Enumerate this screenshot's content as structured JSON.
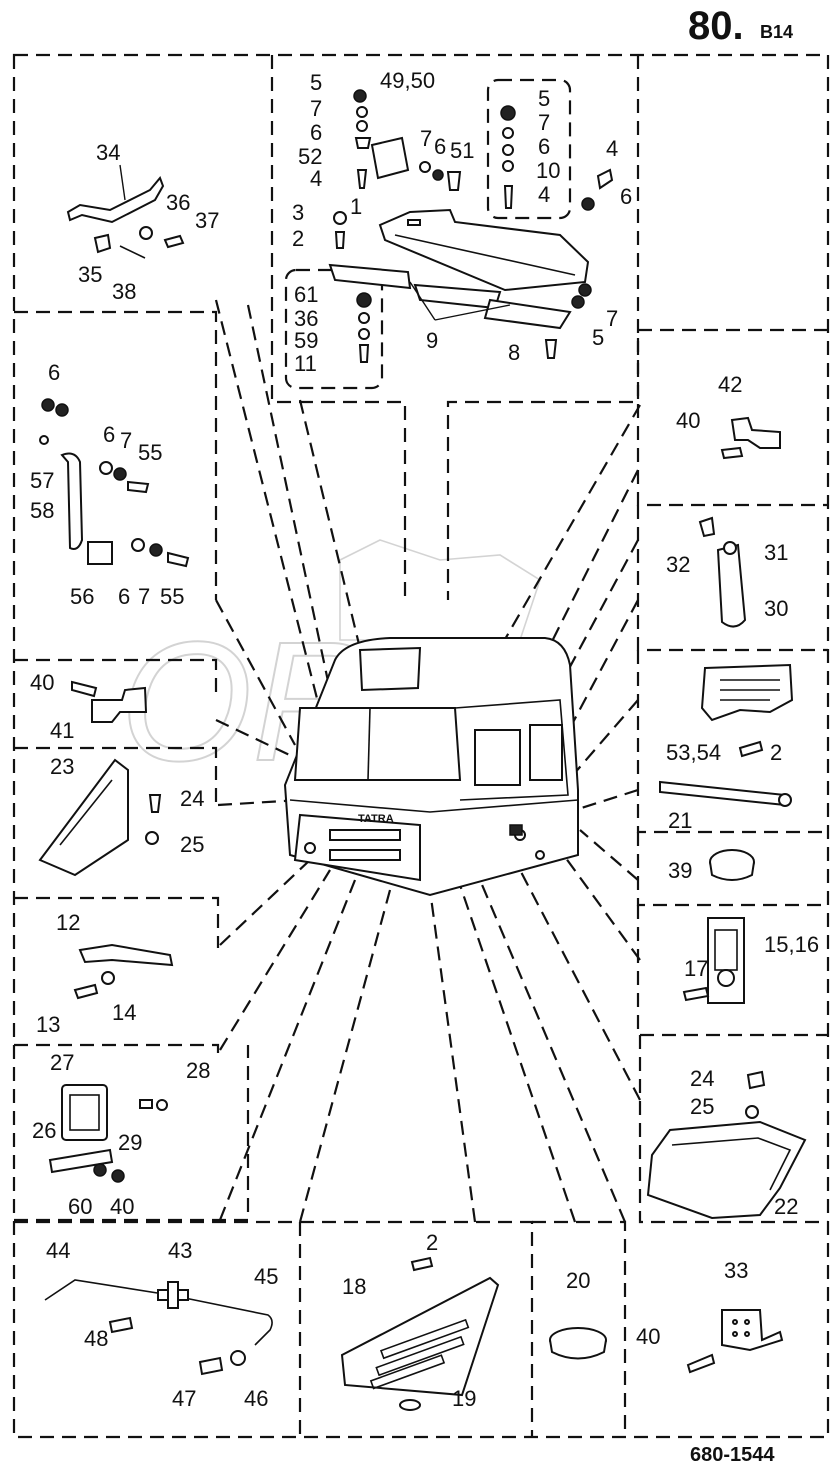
{
  "header": {
    "page_number": "80.",
    "section_code": "B14"
  },
  "footer": {
    "drawing_number": "680-1544"
  },
  "callouts": {
    "n1": "1",
    "n2": "2",
    "n3": "3",
    "n4": "4",
    "n5": "5",
    "n6": "6",
    "n7": "7",
    "n8": "8",
    "n9": "9",
    "n10": "10",
    "n11": "11",
    "n12": "12",
    "n13": "13",
    "n14": "14",
    "n15_16": "15,16",
    "n17": "17",
    "n18": "18",
    "n19": "19",
    "n20": "20",
    "n21": "21",
    "n22": "22",
    "n23": "23",
    "n24": "24",
    "n25": "25",
    "n26": "26",
    "n27": "27",
    "n28": "28",
    "n29": "29",
    "n30": "30",
    "n31": "31",
    "n32": "32",
    "n33": "33",
    "n34": "34",
    "n35": "35",
    "n36": "36",
    "n37": "37",
    "n38": "38",
    "n39": "39",
    "n40": "40",
    "n41": "41",
    "n42": "42",
    "n43": "43",
    "n44": "44",
    "n45": "45",
    "n46": "46",
    "n47": "47",
    "n48": "48",
    "n49_50": "49,50",
    "n51": "51",
    "n52": "52",
    "n53_54": "53,54",
    "n55": "55",
    "n56": "56",
    "n57": "57",
    "n58": "58",
    "n59": "59",
    "n60": "60",
    "n61": "61"
  },
  "cab_badge": "TATRA"
}
